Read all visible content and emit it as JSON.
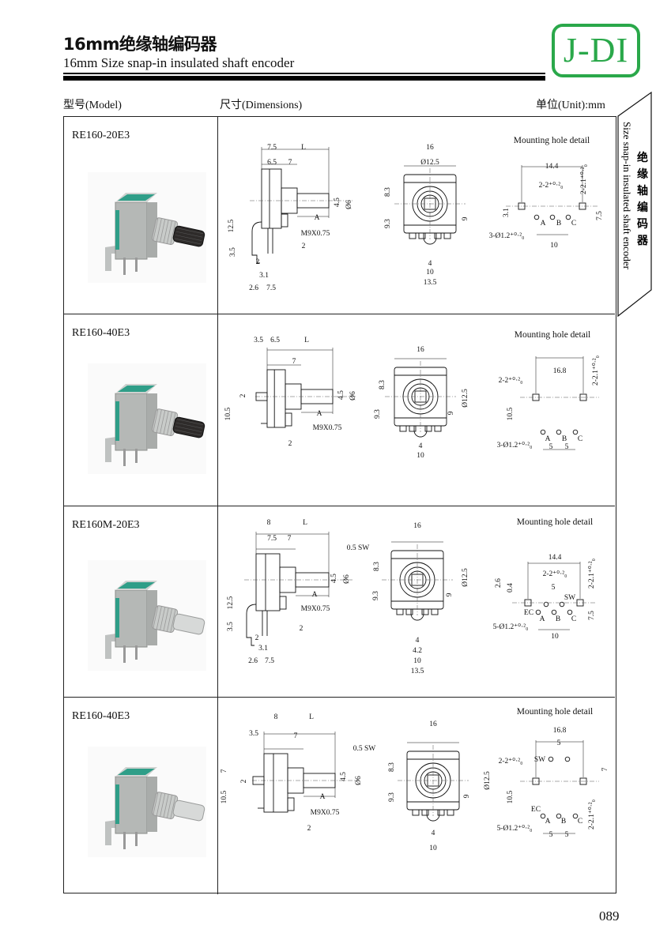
{
  "header": {
    "title_cn": "16mm绝缘轴编码器",
    "title_en": "16mm Size snap-in insulated shaft encoder",
    "logo": "J-DI",
    "brand_color": "#2aa84a"
  },
  "columns": {
    "model": "型号(Model)",
    "dimensions": "尺寸(Dimensions)",
    "unit": "单位(Unit):mm"
  },
  "side_tab": {
    "cn": "绝缘轴编码器",
    "en": "Size snap-in insulated shaft encoder"
  },
  "rows": [
    {
      "model": "RE160-20E3",
      "shaft": "knurled",
      "side_labels": [
        "7.5",
        "L",
        "6.5",
        "7",
        "4.5",
        "Ø6",
        "A",
        "M9X0.75",
        "12.5",
        "3.5",
        "2",
        "2",
        "3.1",
        "2.6",
        "7.5"
      ],
      "front_labels": [
        "16",
        "Ø12.5",
        "8.3",
        "9.3",
        "9",
        "4",
        "10",
        "13.5"
      ],
      "mount_title": "Mounting  hole  detail",
      "mount_labels": [
        "14.4",
        "2-2⁺⁰·²₀",
        "2-2.1⁺⁰·²₀",
        "3.1",
        "7.5",
        "A",
        "B",
        "C",
        "3-Ø1.2⁺⁰·²₀",
        "10"
      ]
    },
    {
      "model": "RE160-40E3",
      "shaft": "knurled",
      "side_labels": [
        "3.5",
        "6.5",
        "L",
        "7",
        "2",
        "10.5",
        "4.5",
        "Ø6",
        "A",
        "M9X0.75",
        "2"
      ],
      "front_labels": [
        "16",
        "8.3",
        "9.3",
        "Ø12.5",
        "9",
        "4",
        "10"
      ],
      "mount_title": "Mounting  hole  detail",
      "mount_labels": [
        "16.8",
        "2-2⁺⁰·²₀",
        "2-2.1⁺⁰·²₀",
        "10.5",
        "A",
        "B",
        "C",
        "3-Ø1.2⁺⁰·²₀",
        "5",
        "5"
      ]
    },
    {
      "model": "RE160M-20E3",
      "shaft": "plain",
      "side_labels": [
        "8",
        "L",
        "7.5",
        "7",
        "0.5 SW",
        "4.5",
        "Ø6",
        "A",
        "M9X0.75",
        "12.5",
        "3.5",
        "2",
        "2",
        "3.1",
        "2.6",
        "7.5"
      ],
      "front_labels": [
        "16",
        "8.3",
        "9.3",
        "Ø12.5",
        "9",
        "4",
        "4.2",
        "10",
        "13.5"
      ],
      "mount_title": "Mounting  hole  detail",
      "mount_labels": [
        "14.4",
        "2-2⁺⁰·²₀",
        "2-2.1⁺⁰·²₀",
        "2.6",
        "0.4",
        "5",
        "SW",
        "EC",
        "A",
        "B",
        "C",
        "7.5",
        "5-Ø1.2⁺⁰·²₀",
        "10"
      ]
    },
    {
      "model": "RE160-40E3",
      "shaft": "plain",
      "side_labels": [
        "8",
        "L",
        "3.5",
        "7",
        "0.5 SW",
        "7",
        "2",
        "10.5",
        "4.5",
        "Ø6",
        "A",
        "M9X0.75",
        "2"
      ],
      "front_labels": [
        "16",
        "8.3",
        "9.3",
        "Ø12.5",
        "9",
        "4",
        "10"
      ],
      "mount_title": "Mounting  hole  detail",
      "mount_labels": [
        "16.8",
        "5",
        "SW",
        "2-2⁺⁰·²₀",
        "7",
        "10.5",
        "EC",
        "A",
        "B",
        "C",
        "2-2.1⁺⁰·²₀",
        "5-Ø1.2⁺⁰·²₀",
        "5",
        "5"
      ]
    }
  ],
  "page_number": "089"
}
